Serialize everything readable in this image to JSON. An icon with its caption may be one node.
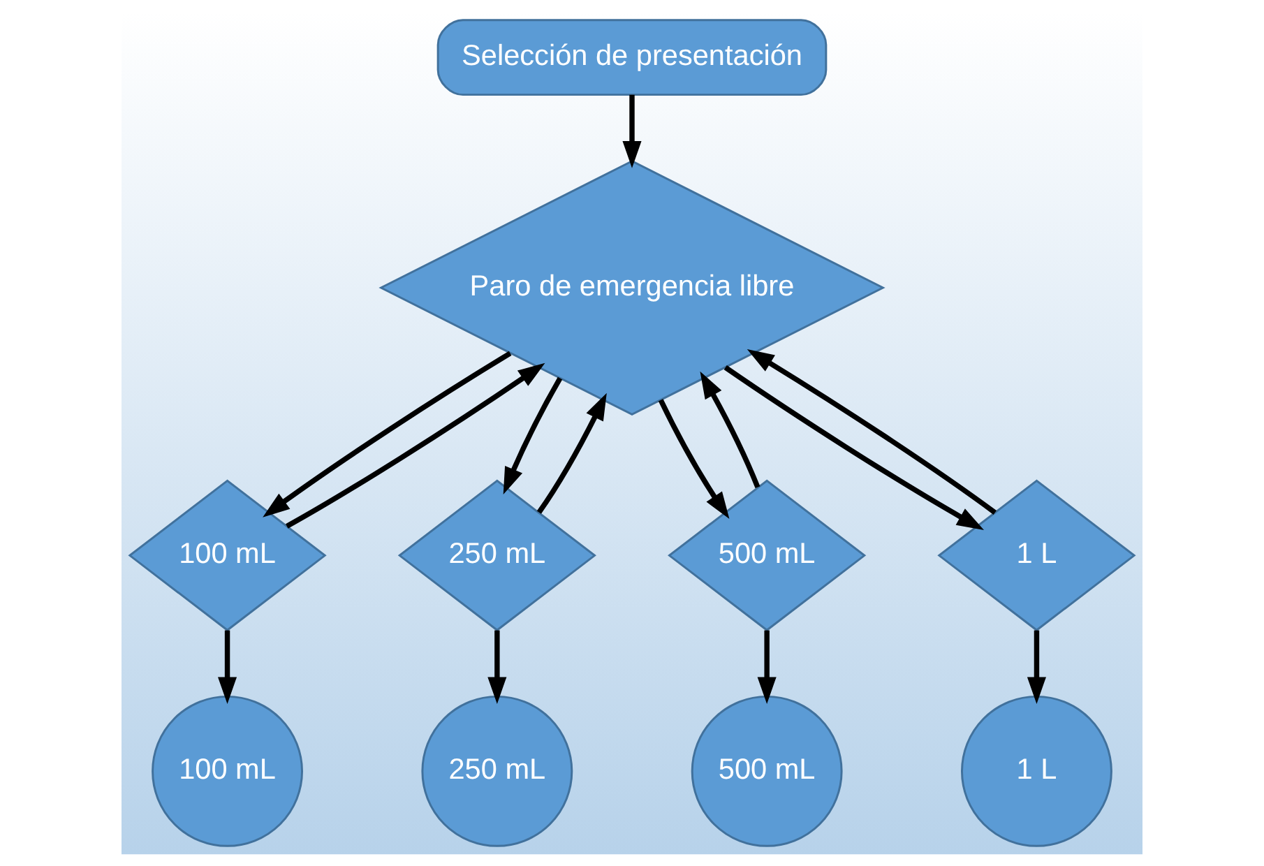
{
  "diagram": {
    "nodes": [
      {
        "text": [
          "Selección de presentación"
        ]
      },
      {
        "text": [
          "Paro de emergencia libre"
        ]
      },
      {
        "text": [
          "100 mL"
        ]
      },
      {
        "text": [
          "250 mL"
        ]
      },
      {
        "text": [
          "500 mL"
        ]
      },
      {
        "text": [
          "1 L"
        ]
      },
      {
        "text": [
          "100 mL"
        ]
      },
      {
        "text": [
          "250 mL"
        ]
      },
      {
        "text": [
          "500 mL"
        ]
      },
      {
        "text": [
          "1 L"
        ]
      }
    ],
    "edges": [
      {
        "from": 0,
        "to": 1,
        "arrow": "to"
      },
      {
        "from": 1,
        "to": 2,
        "arrow": "to"
      },
      {
        "from": 1,
        "to": 3,
        "arrow": "to"
      },
      {
        "from": 1,
        "to": 4,
        "arrow": "to"
      },
      {
        "from": 1,
        "to": 5,
        "arrow": "to"
      },
      {
        "from": 2,
        "to": 6,
        "arrow": "to"
      },
      {
        "from": 3,
        "to": 7,
        "arrow": "to"
      },
      {
        "from": 4,
        "to": 8,
        "arrow": "to"
      },
      {
        "from": 5,
        "to": 9,
        "arrow": "to"
      },
      {
        "from": 2,
        "to": 1,
        "arrow": "to"
      },
      {
        "from": 3,
        "to": 1,
        "arrow": "to"
      },
      {
        "from": 4,
        "to": 1,
        "arrow": "to"
      },
      {
        "from": 5,
        "to": 1,
        "arrow": "to"
      }
    ]
  }
}
